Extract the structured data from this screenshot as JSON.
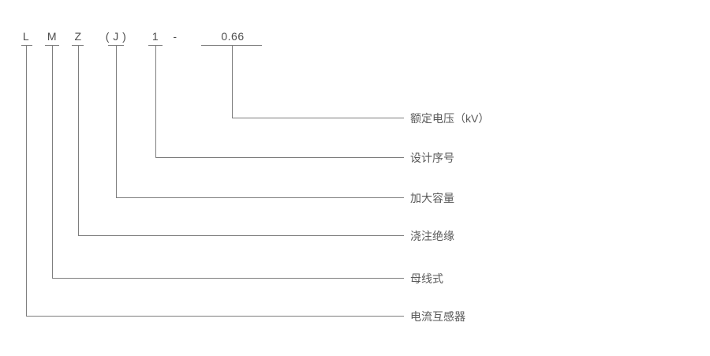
{
  "model_code": {
    "parts": [
      {
        "text": "L"
      },
      {
        "text": "M"
      },
      {
        "text": "Z"
      },
      {
        "text": "( J )"
      },
      {
        "text": "1"
      },
      {
        "text": "-"
      },
      {
        "text": "0.66"
      }
    ]
  },
  "legend": {
    "items": [
      {
        "text": "额定电压（kV）"
      },
      {
        "text": "设计序号"
      },
      {
        "text": "加大容量"
      },
      {
        "text": "浇注绝缘"
      },
      {
        "text": "母线式"
      },
      {
        "text": "电流互感器"
      }
    ]
  },
  "colors": {
    "line": "#7e7e7e",
    "code_text": "#4d4d4d",
    "label_text": "#595959",
    "background": "#ffffff"
  }
}
